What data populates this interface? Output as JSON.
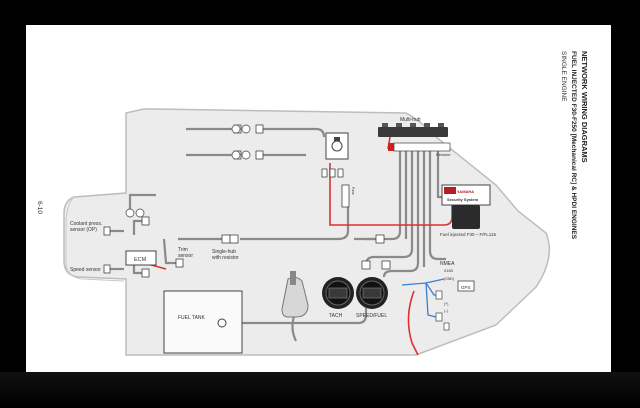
{
  "page_number": "6-10",
  "titles": {
    "main": "NETWORK WIRING DIAGRAMS",
    "sub": "FUEL INJECTED F30-F250 [Mechanical RC] & HPDI ENGINES",
    "sub2": "SINGLE ENGINE"
  },
  "labels": {
    "multi_hub": "Multi-hub",
    "resistor": "Resistor",
    "yamaha_logo": "YAMAHA",
    "security_system": "Security System",
    "fuel_injected": "Fuel injected F30 – F/FL115",
    "coolant": [
      "Coolant press.",
      "sensor (OP)"
    ],
    "ecm": "ECM",
    "speed_sensor": "Speed sensor",
    "trim_sensor": [
      "Trim",
      "sensor"
    ],
    "single_hub": [
      "Single-hub",
      "with resistor"
    ],
    "tach": "TACH",
    "speed_fuel": "SPEED/FUEL",
    "fuel_tank": "FUEL TANK",
    "nmea": "NMEA",
    "nmea_code": "0183",
    "gps": "GPS",
    "fuse_plus": "(+)",
    "fuse_minus": "(–)",
    "gnd": "(GND)",
    "fuse_label": "Fuse"
  },
  "colors": {
    "wire_gray": "#8a8a8a",
    "wire_red": "#e03030",
    "wire_blue": "#3a7fd0",
    "boat_fill": "#ececec",
    "boat_stroke": "#bdbdbd"
  }
}
